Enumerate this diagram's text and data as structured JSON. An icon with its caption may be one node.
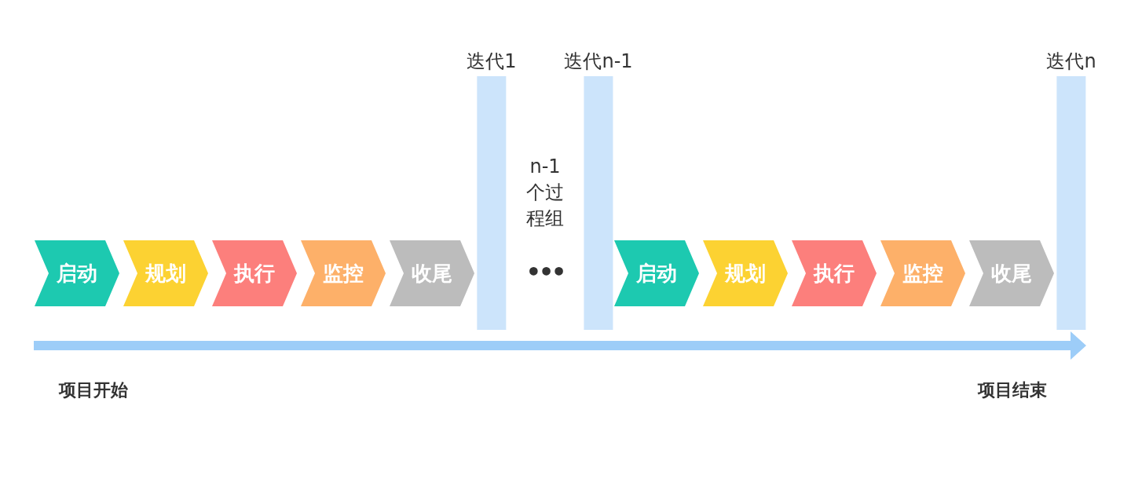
{
  "diagram": {
    "nodes": [
      {
        "text": [
          "启动"
        ]
      },
      {
        "text": [
          "规划"
        ]
      },
      {
        "text": [
          "执行"
        ]
      },
      {
        "text": [
          "监控"
        ]
      },
      {
        "text": [
          "收尾"
        ]
      },
      {
        "text": [
          "迭代1"
        ]
      },
      {
        "text": [
          "迭代n-1"
        ]
      },
      {
        "text": [
          "启动"
        ]
      },
      {
        "text": [
          "规划"
        ]
      },
      {
        "text": [
          "执行"
        ]
      },
      {
        "text": [
          "监控"
        ]
      },
      {
        "text": [
          "收尾"
        ]
      },
      {
        "text": [
          "迭代n"
        ]
      }
    ],
    "labels": [
      "n-1个过程组",
      "•••",
      "项目开始",
      "项目结束"
    ]
  }
}
